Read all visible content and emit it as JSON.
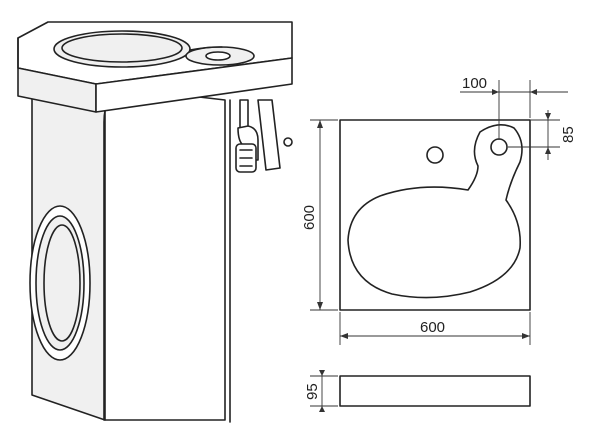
{
  "diagram": {
    "dimensions": {
      "faucet_offset": "100",
      "faucet_inset": "85",
      "top_depth": "600",
      "top_width": "600",
      "thickness": "95"
    }
  }
}
